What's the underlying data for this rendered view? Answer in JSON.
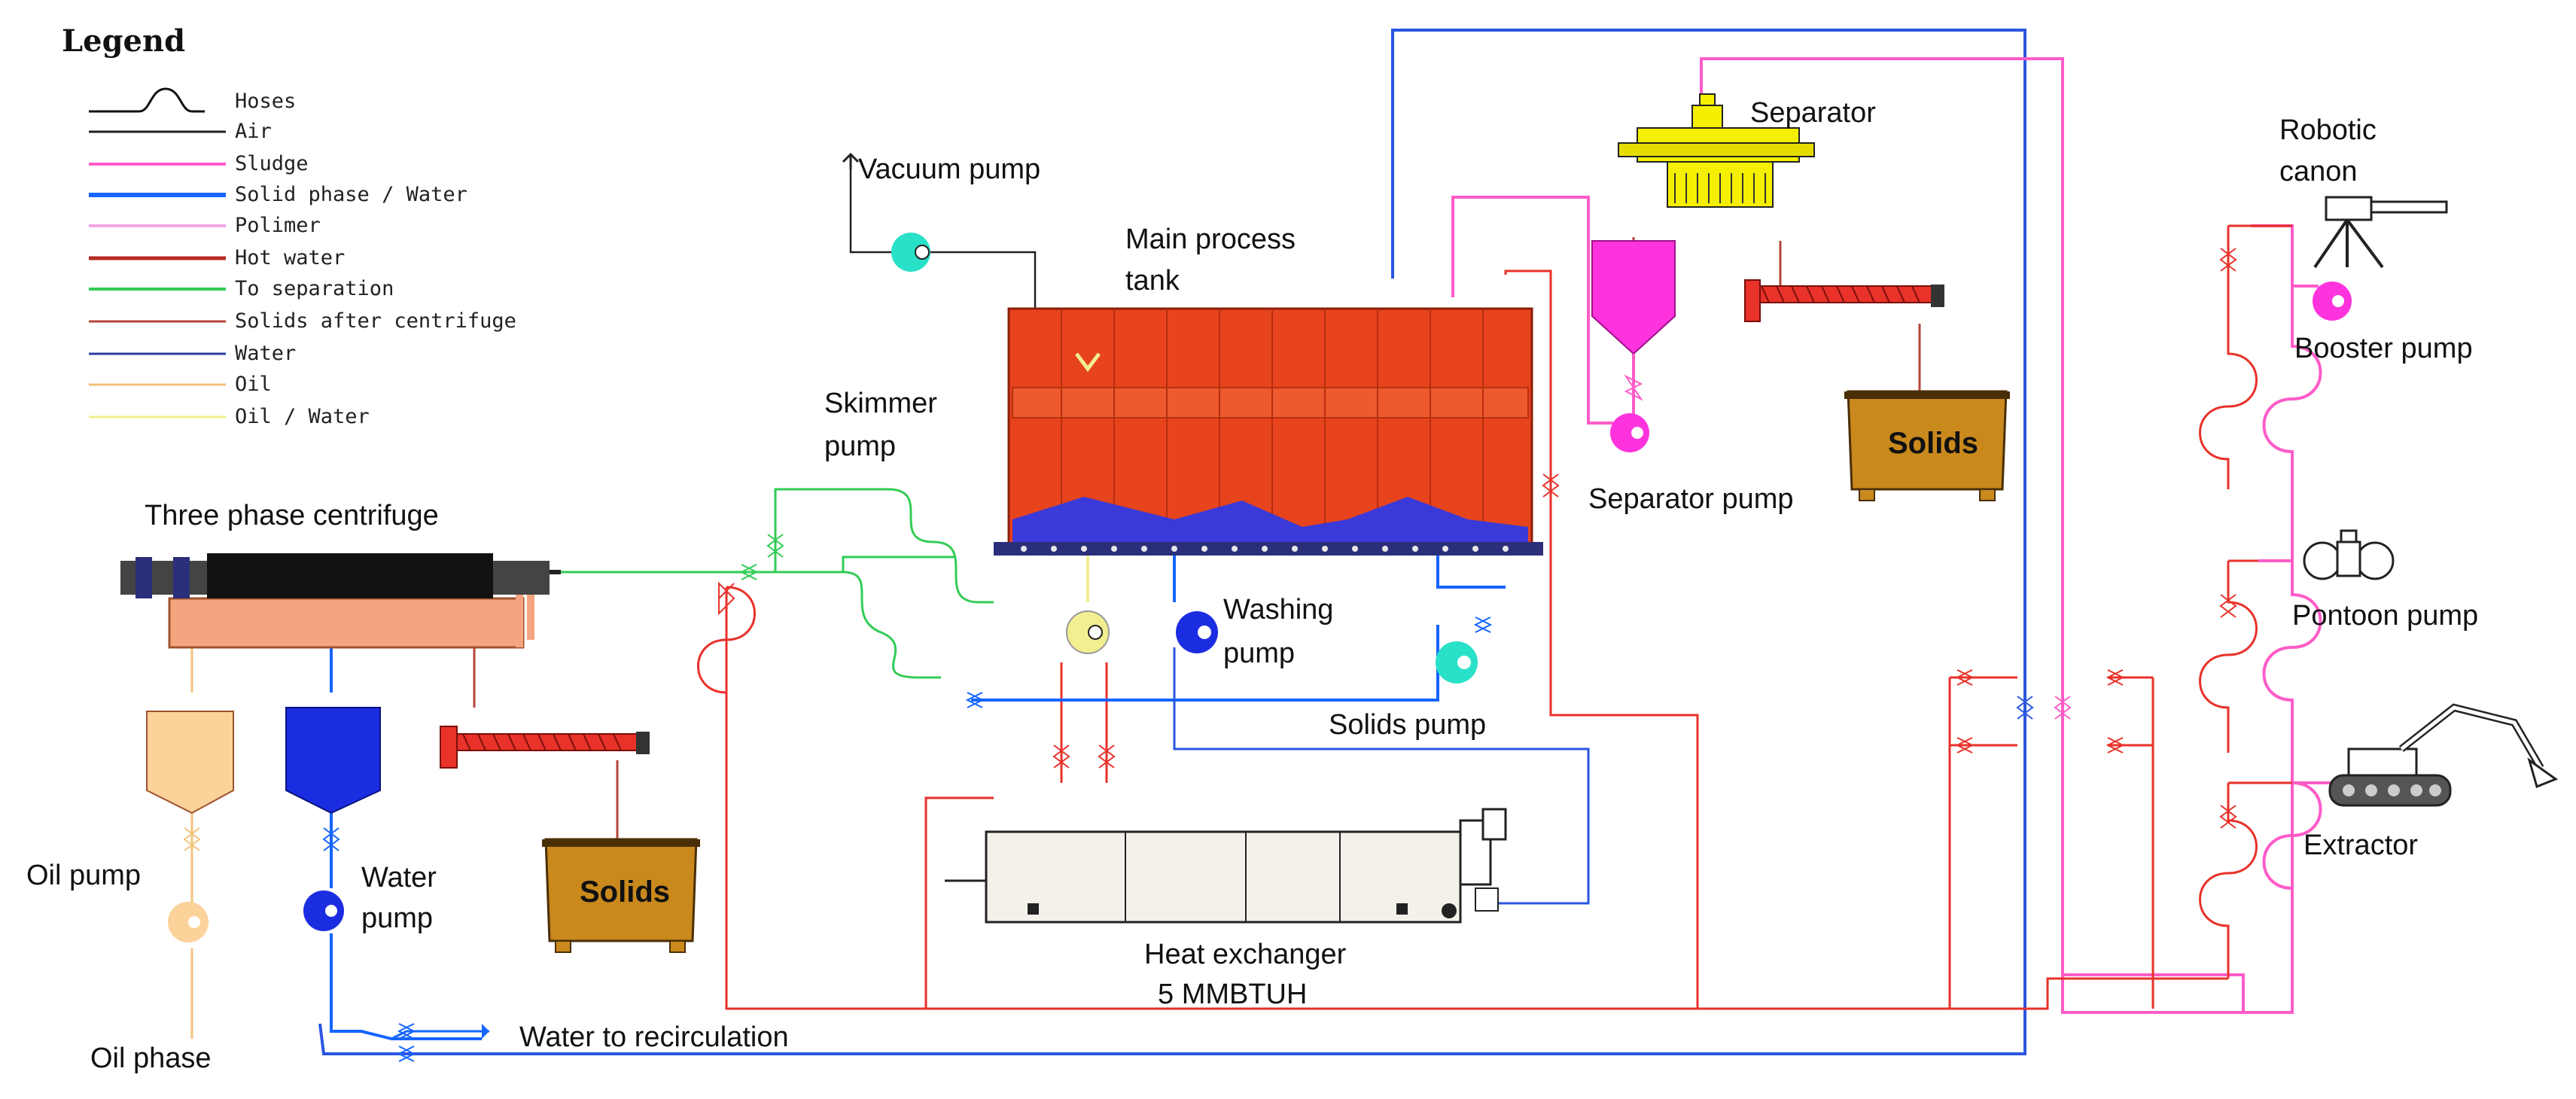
{
  "colors": {
    "air": "#222222",
    "sludge": "#ff5cc8",
    "solid_water": "#1565ff",
    "polimer": "#f3a6e8",
    "hot_water": "#e8322a",
    "to_separation": "#32cc55",
    "solids_after_centrifuge": "#b5463a",
    "water": "#2a3f9e",
    "oil": "#f2c27a",
    "oil_water": "#f1ef90",
    "tank": "#e7431d",
    "sludge_wave": "#3a3ad8",
    "solids_box": "#c9891d",
    "separator": "#f5f000",
    "magenta_hopper": "#ff33dd",
    "oil_hopper": "#fbd29a",
    "water_hopper": "#1b2de0"
  },
  "legend": {
    "title": "Legend",
    "items": [
      {
        "label": "Hoses",
        "key": "hoses"
      },
      {
        "label": "Air",
        "key": "air"
      },
      {
        "label": "Sludge",
        "key": "sludge"
      },
      {
        "label": "Solid phase / Water",
        "key": "solid_water"
      },
      {
        "label": "Polimer",
        "key": "polimer"
      },
      {
        "label": "Hot water",
        "key": "hot_water"
      },
      {
        "label": "To separation",
        "key": "to_separation"
      },
      {
        "label": "Solids after centrifuge",
        "key": "solids_after_centrifuge"
      },
      {
        "label": "Water",
        "key": "water"
      },
      {
        "label": "Oil",
        "key": "oil"
      },
      {
        "label": "Oil / Water",
        "key": "oil_water"
      }
    ]
  },
  "labels": {
    "vacuum_pump": "Vacuum pump",
    "main_tank_line1": "Main process",
    "main_tank_line2": "tank",
    "separator": "Separator",
    "robotic_line1": "Robotic",
    "robotic_line2": "canon",
    "booster_pump": "Booster pump",
    "skimmer_line1": "Skimmer",
    "skimmer_line2": "pump",
    "three_phase": "Three phase centrifuge",
    "separator_pump": "Separator pump",
    "solids": "Solids",
    "pontoon_pump": "Pontoon pump",
    "washing_line1": "Washing",
    "washing_line2": "pump",
    "solids_pump": "Solids pump",
    "oil_pump": "Oil pump",
    "water_pump_line1": "Water",
    "water_pump_line2": "pump",
    "extractor": "Extractor",
    "heat_line1": "Heat exchanger",
    "heat_line2": "5 MMBTUH",
    "oil_phase": "Oil phase",
    "water_recirc": "Water to recirculation"
  }
}
